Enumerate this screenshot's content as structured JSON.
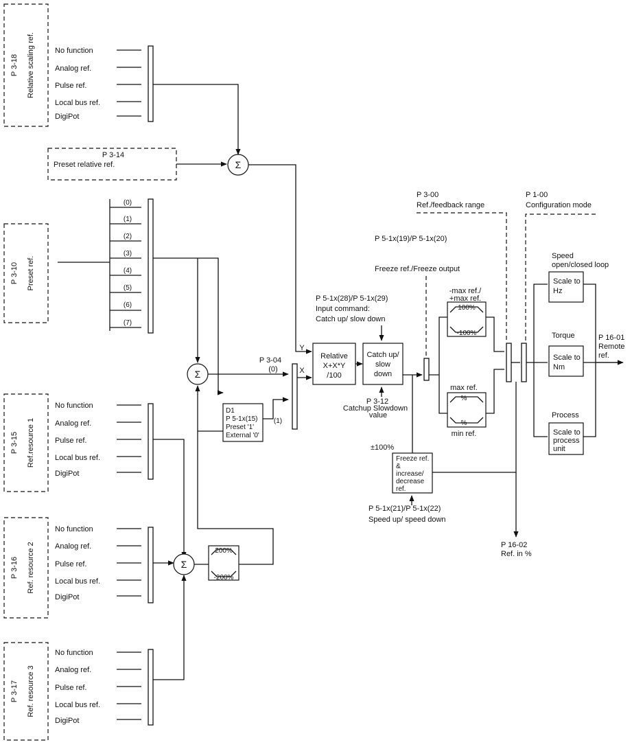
{
  "sources": {
    "options": [
      "No function",
      "Analog ref.",
      "Pulse ref.",
      "Local bus ref.",
      "DigiPot"
    ],
    "relative_scaling": {
      "param": "P 3-18",
      "name": "Relative scaling ref."
    },
    "ref_resource_1": {
      "param": "P 3-15",
      "name": "Ref.resource 1"
    },
    "ref_resource_2": {
      "param": "P 3-16",
      "name": "Ref. resource 2"
    },
    "ref_resource_3": {
      "param": "P 3-17",
      "name": "Ref. resource 3"
    }
  },
  "preset_relative": {
    "param": "P 3-14",
    "name": "Preset relative ref."
  },
  "preset_ref": {
    "param": "P 3-10",
    "name": "Preset ref.",
    "slots": [
      "(0)",
      "(1)",
      "(2)",
      "(3)",
      "(4)",
      "(5)",
      "(6)",
      "(7)"
    ]
  },
  "sum_symbol": "Σ",
  "d1": {
    "l1": "D1",
    "l2": "P 5-1x(15)",
    "l3": "Preset '1'",
    "l4": "External '0'",
    "out": "(1)"
  },
  "p304": {
    "param": "P 3-04",
    "value": "(0)"
  },
  "limit_200": {
    "top": "200%",
    "bottom": "-200%"
  },
  "relative_block": {
    "l1": "Relative",
    "l2": "X+X*Y",
    "l3": "/100",
    "y_label": "Y",
    "x_label": "X"
  },
  "input_command": {
    "l1": "P 5-1x(28)/P 5-1x(29)",
    "l2": "Input command:",
    "l3": "Catch up/ slow down"
  },
  "catchup_block": {
    "l1": "Catch up/",
    "l2": "slow",
    "l3": "down"
  },
  "catchup_value": {
    "l1": "P 3-12",
    "l2": "Catchup Slowdown",
    "l3": "value"
  },
  "p519_20": "P 5-1x(19)/P 5-1x(20)",
  "freeze_output": "Freeze ref./Freeze output",
  "ref_feedback": {
    "param": "P 3-00",
    "name": "Ref./feedback range"
  },
  "config_mode": {
    "param": "P 1-00",
    "name": "Configuration mode"
  },
  "limit_100": {
    "label1": "-max ref./",
    "label2": "+max ref.",
    "top": "100%",
    "bottom": "-100%"
  },
  "limit_minmax": {
    "label_top": "max ref.",
    "top": "%",
    "bottom": "%",
    "label_bottom": "min ref."
  },
  "plus_minus_100": "±100%",
  "freeze_block": {
    "l1": "Freeze ref.",
    "l2": "&",
    "l3": "increase/",
    "l4": "decrease",
    "l5": "ref."
  },
  "speed_up": {
    "l1": "P 5-1x(21)/P 5-1x(22)",
    "l2": "Speed up/ speed down"
  },
  "speed_block": {
    "label1": "Speed",
    "label2": "open/closed loop",
    "l1": "Scale to",
    "l2": "Hz"
  },
  "torque_block": {
    "label": "Torque",
    "l1": "Scale to",
    "l2": "Nm"
  },
  "process_block": {
    "label": "Process",
    "l1": "Scale to",
    "l2": "process",
    "l3": "unit"
  },
  "remote_ref": {
    "param": "P 16-01",
    "l1": "Remote",
    "l2": "ref."
  },
  "ref_percent": {
    "param": "P 16-02",
    "name": "Ref. in %"
  }
}
